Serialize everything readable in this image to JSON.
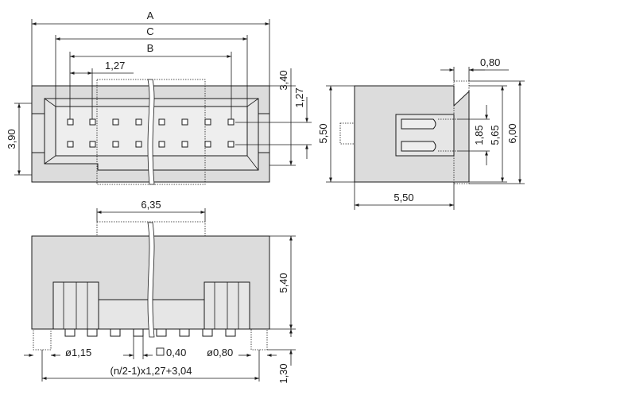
{
  "dimensions": {
    "A": "A",
    "C": "C",
    "B": "B",
    "pitch": "1,27",
    "top_3_40": "3,40",
    "top_1_27": "1,27",
    "height_3_90": "3,90",
    "side_0_80": "0,80",
    "side_5_50_v": "5,50",
    "side_1_85": "1,85",
    "side_5_65": "5,65",
    "side_6_00": "6,00",
    "side_5_50_h": "5,50",
    "front_6_35": "6,35",
    "front_5_40": "5,40",
    "hole_1_15": "ø1,15",
    "pin_0_40": "0,40",
    "hole_0_80": "ø0,80",
    "length_formula": "(n/2-1)x1,27+3,04",
    "standoff_1_30": "1,30"
  }
}
